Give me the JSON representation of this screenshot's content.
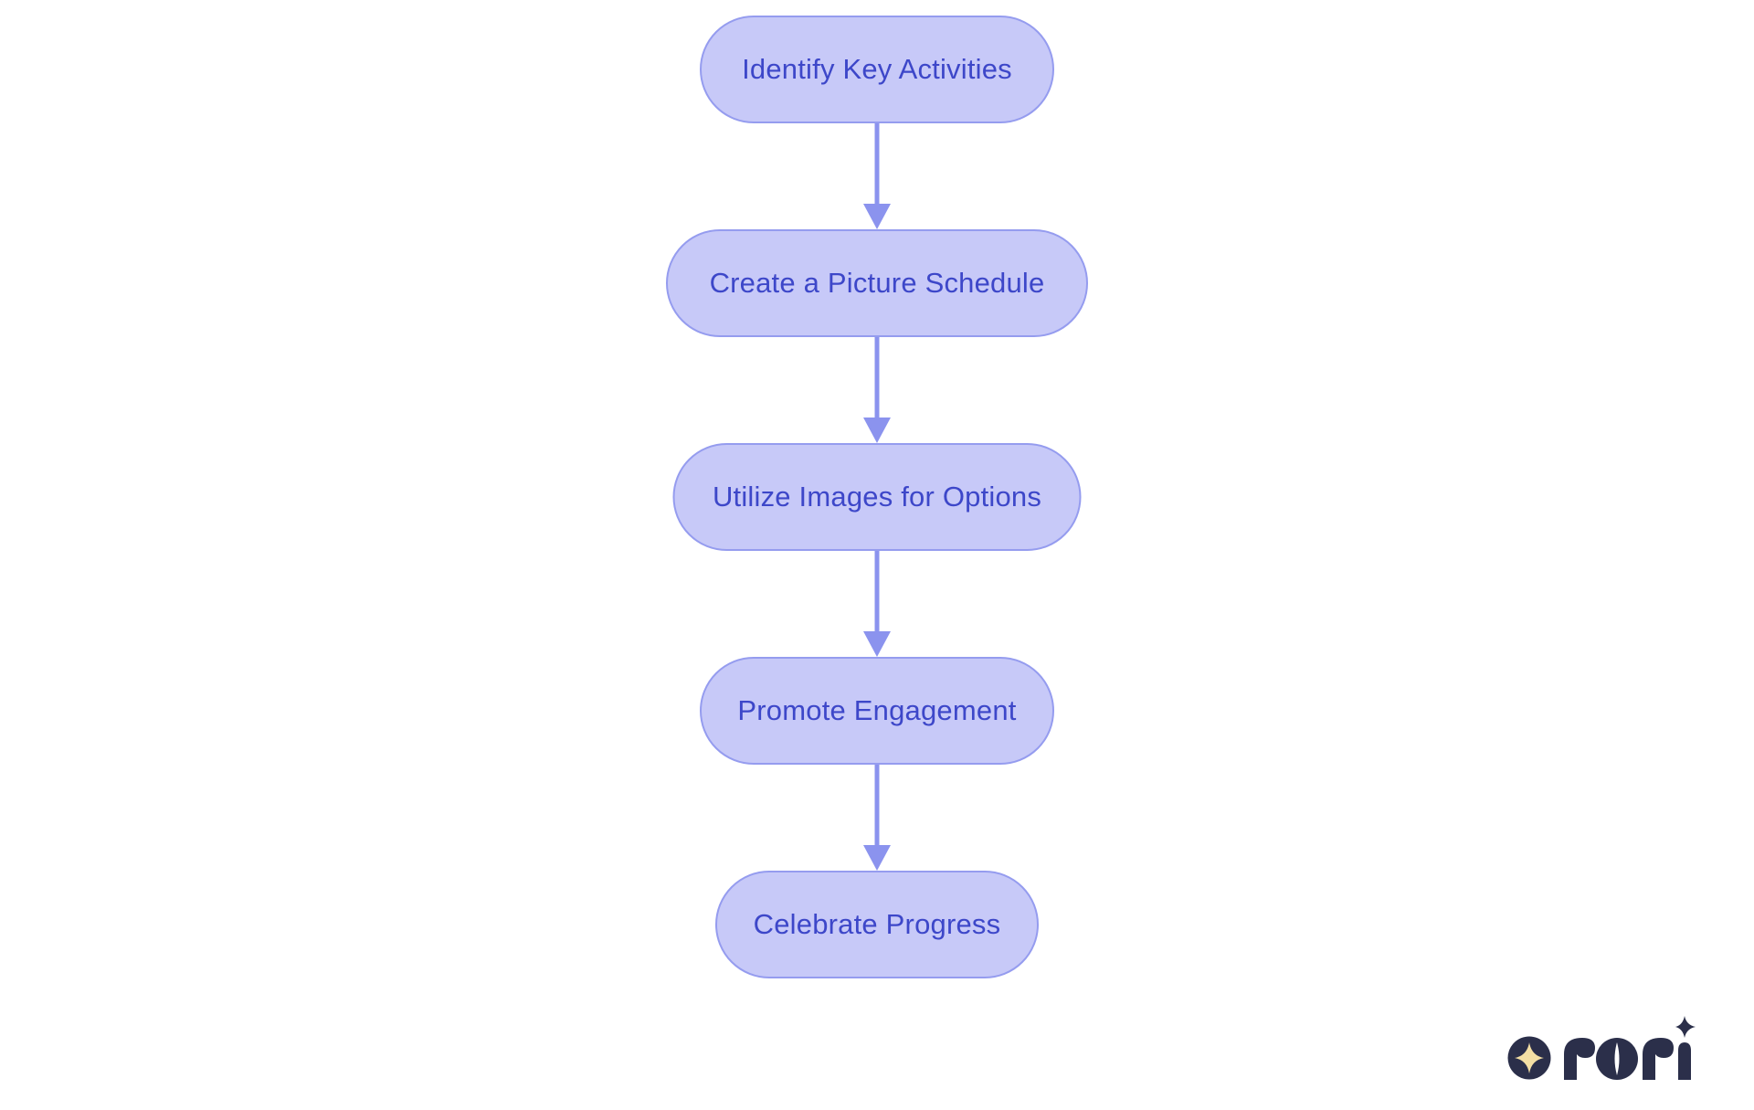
{
  "diagram": {
    "type": "flowchart",
    "direction": "top-to-bottom",
    "nodes": [
      {
        "id": 1,
        "label": "Identify Key Activities"
      },
      {
        "id": 2,
        "label": "Create a Picture Schedule"
      },
      {
        "id": 3,
        "label": "Utilize Images for Options"
      },
      {
        "id": 4,
        "label": "Promote Engagement"
      },
      {
        "id": 5,
        "label": "Celebrate Progress"
      }
    ],
    "edges": [
      {
        "from": "Identify Key Activities",
        "to": "Create a Picture Schedule"
      },
      {
        "from": "Create a Picture Schedule",
        "to": "Utilize Images for Options"
      },
      {
        "from": "Utilize Images for Options",
        "to": "Promote Engagement"
      },
      {
        "from": "Promote Engagement",
        "to": "Celebrate Progress"
      }
    ],
    "colors": {
      "node_fill": "#c7c9f8",
      "node_border": "#959cef",
      "node_text": "#3d47c9",
      "edge_color": "#8b93ee",
      "background": "#ffffff"
    }
  },
  "logo": {
    "wordmark": "rori",
    "badge_icon": "sparkle-in-circle",
    "colors": {
      "logo_navy": "#2b2f4a",
      "logo_star": "#f4dfa4"
    }
  }
}
